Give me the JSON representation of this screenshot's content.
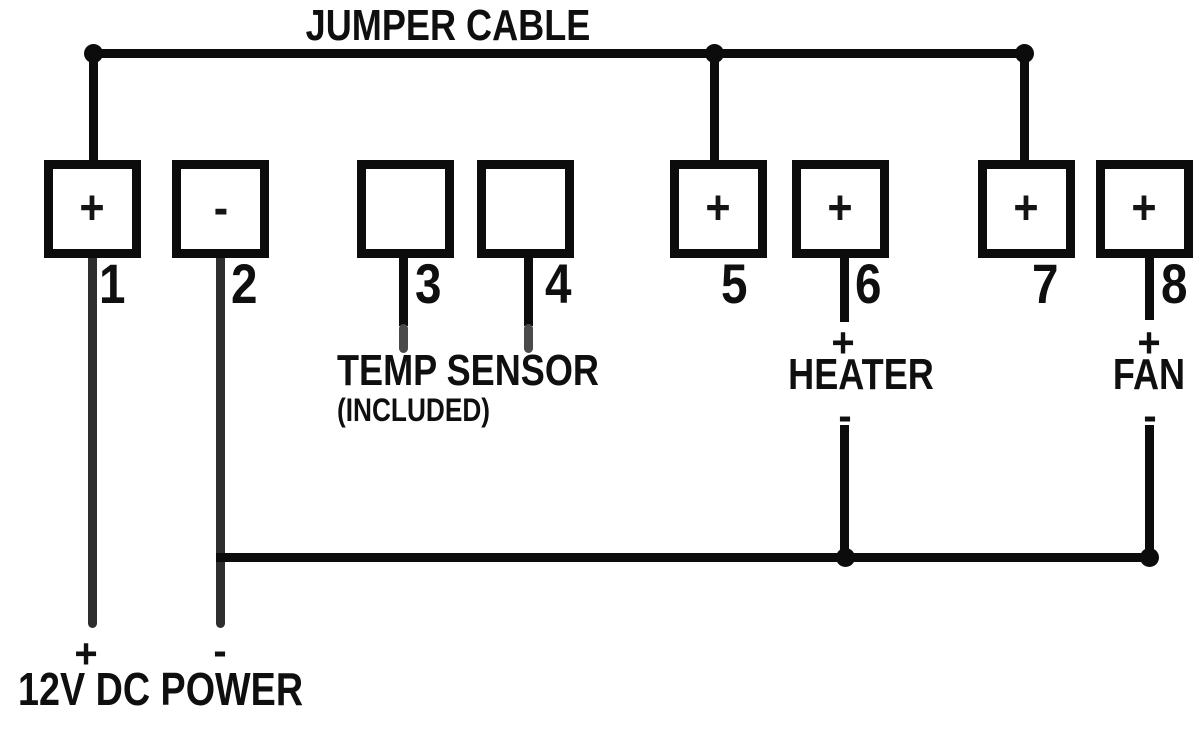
{
  "labels": {
    "jumper_cable": "JUMPER CABLE",
    "temp_sensor": "TEMP SENSOR",
    "temp_sensor_note": "(INCLUDED)",
    "heater": "HEATER",
    "fan": "FAN",
    "power": "12V DC POWER"
  },
  "terminals": [
    {
      "number": "1",
      "sign": "+"
    },
    {
      "number": "2",
      "sign": "-"
    },
    {
      "number": "3",
      "sign": ""
    },
    {
      "number": "4",
      "sign": ""
    },
    {
      "number": "5",
      "sign": "+"
    },
    {
      "number": "6",
      "sign": "+"
    },
    {
      "number": "7",
      "sign": "+"
    },
    {
      "number": "8",
      "sign": "+"
    }
  ],
  "polarity": {
    "heater_positive": "+",
    "heater_negative": "-",
    "fan_positive": "+",
    "fan_negative": "-",
    "power_positive": "+",
    "power_negative": "-"
  },
  "connections": [
    "jumper cable links terminals 1, 5 and 7",
    "terminal 1 wire to 12V DC power +",
    "terminal 2 wire to 12V DC power -",
    "terminals 3 and 4 hold the temp sensor leads (included)",
    "terminal 6 wire to heater +",
    "terminal 8 wire to fan +",
    "heater - and fan - join the terminal 2 wire on a bottom bus"
  ],
  "colors": {
    "wire": "#0c0c0c",
    "power_lead": "#2e2e2e",
    "sensor_tip": "#4a4a4a",
    "background": "#ffffff",
    "text": "#0f0f0f"
  }
}
